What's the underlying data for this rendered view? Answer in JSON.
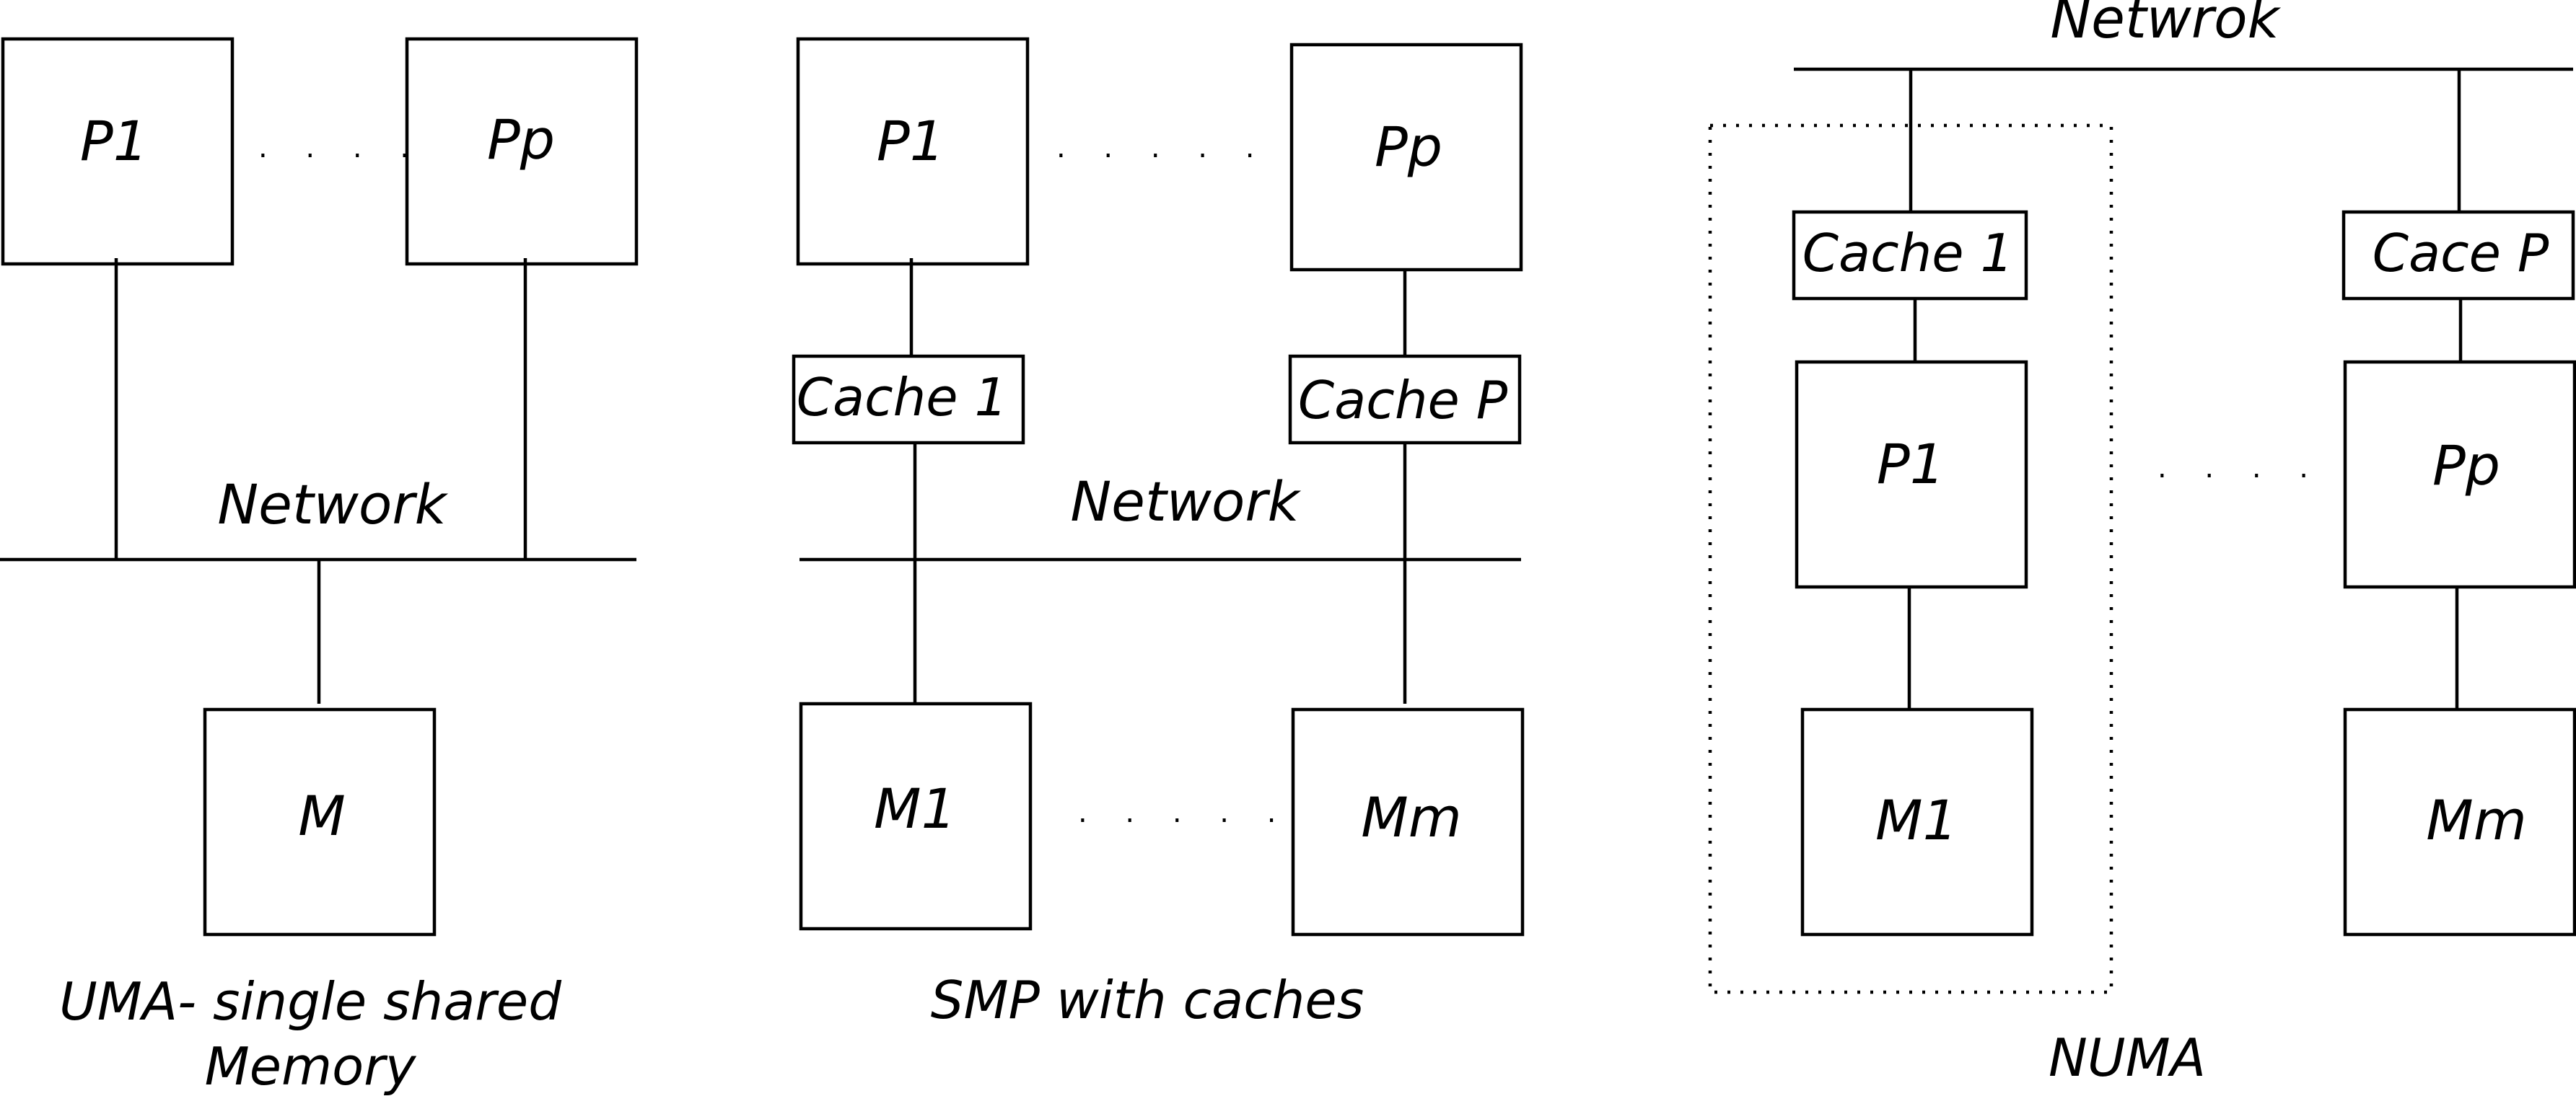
{
  "uma": {
    "p1": "P1",
    "pp": "Pp",
    "network": "Network",
    "memory": "M",
    "caption_line1": "UMA- single shared",
    "caption_line2": "Memory",
    "proc_ellipsis": ". . . ."
  },
  "smp": {
    "p1": "P1",
    "pp": "Pp",
    "cache1": "Cache 1",
    "cachep": "Cache P",
    "network": "Network",
    "m1": "M1",
    "mm": "Mm",
    "caption": "SMP with caches",
    "proc_ellipsis": ". . . . . . . .",
    "mem_ellipsis": ". . . . . . ."
  },
  "numa": {
    "network": "Netwrok",
    "cache1": "Cache 1",
    "cachep": "Cace P",
    "p1": "P1",
    "pp": "Pp",
    "m1": "M1",
    "mm": "Mm",
    "caption": "NUMA",
    "node_ellipsis": ". . . ."
  }
}
